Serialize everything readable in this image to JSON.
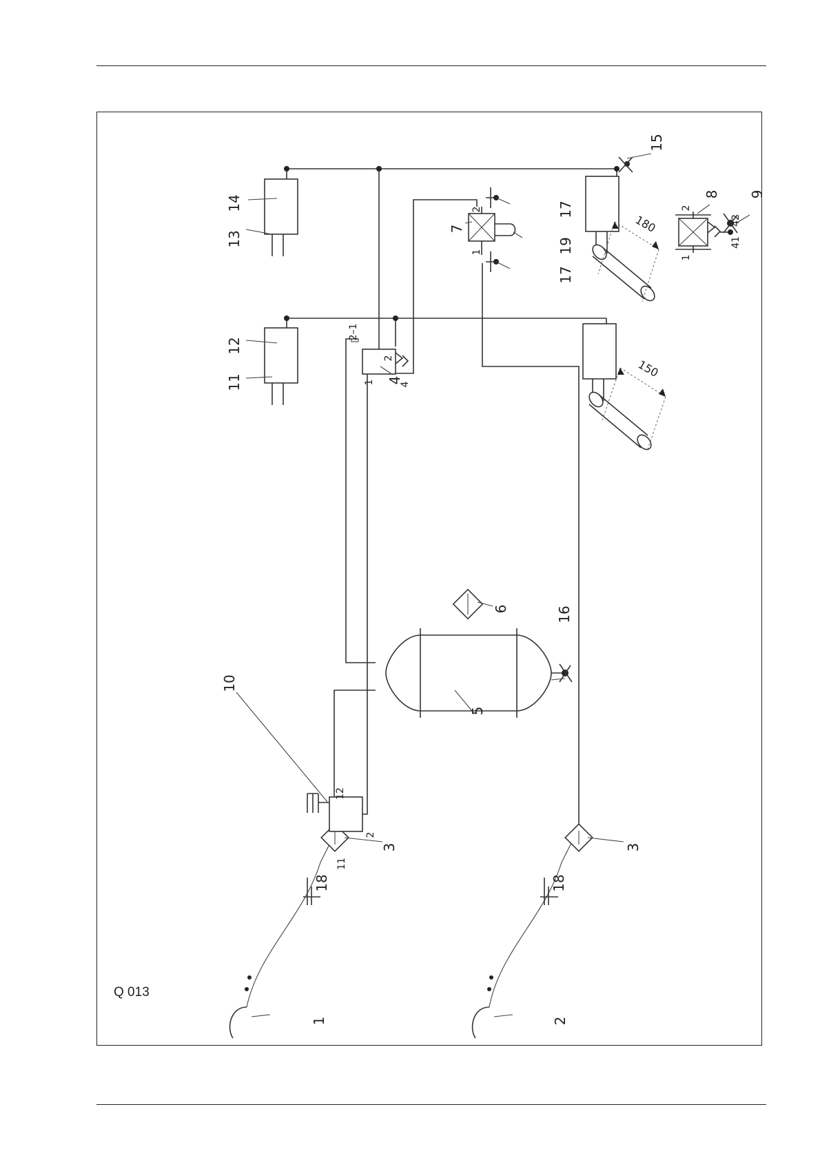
{
  "figure_code": "Q 013",
  "callouts": {
    "c1": "1",
    "c2": "2",
    "c3a": "3",
    "c3b": "3",
    "c4": "4",
    "c5": "5",
    "c6": "6",
    "c7": "7",
    "c8": "8",
    "c9": "9",
    "c10": "10",
    "c11": "11",
    "c12": "12",
    "c13": "13",
    "c14": "14",
    "c15": "15",
    "c16": "16",
    "c17a": "17",
    "c17b": "17",
    "c18a": "18",
    "c18b": "18",
    "c19": "19"
  },
  "ports": {
    "v10_11": "11",
    "v10_12": "12",
    "v10_2": "2",
    "v4_1": "1",
    "v4_2": "2",
    "v4_21": "2–1",
    "v4_4": "4",
    "v7_1": "1",
    "v7_2": "2",
    "v8_1": "1",
    "v8_2": "2",
    "v8_41": "41",
    "v8_42": "42"
  },
  "dimensions": {
    "d150": "150",
    "d180": "180"
  }
}
